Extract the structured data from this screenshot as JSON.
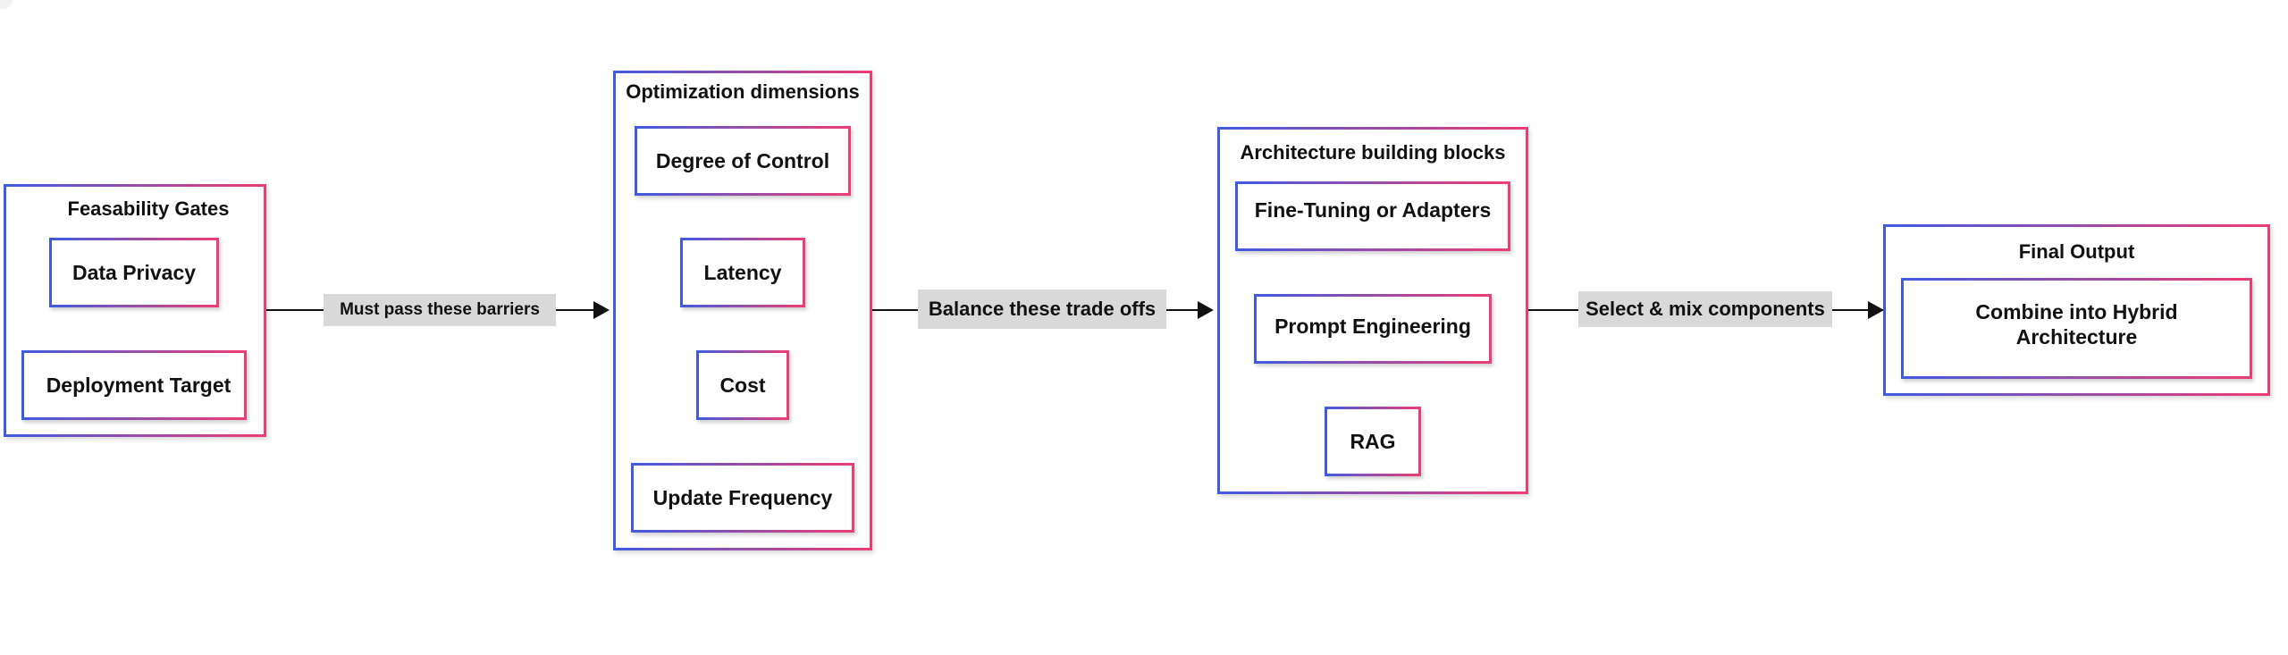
{
  "colors": {
    "blue": "#3f5be0",
    "pink": "#ee3d74",
    "line": "#111111",
    "label_bg": "#d9d9d9"
  },
  "groups": {
    "feasibility": {
      "title": "Feasability Gates",
      "items": [
        "Data Privacy",
        "Deployment Target"
      ]
    },
    "optimization": {
      "title": "Optimization dimensions",
      "items": [
        "Degree of Control",
        "Latency",
        "Cost",
        "Update Frequency"
      ]
    },
    "architecture": {
      "title": "Architecture building blocks",
      "items": [
        "Fine-Tuning or Adapters",
        "Prompt Engineering",
        "RAG"
      ]
    },
    "output": {
      "title": "Final Output",
      "items": [
        "Combine into Hybrid Architecture"
      ]
    }
  },
  "edges": [
    {
      "label": "Must pass these barriers"
    },
    {
      "label": "Balance these trade offs"
    },
    {
      "label": "Select & mix components"
    }
  ]
}
